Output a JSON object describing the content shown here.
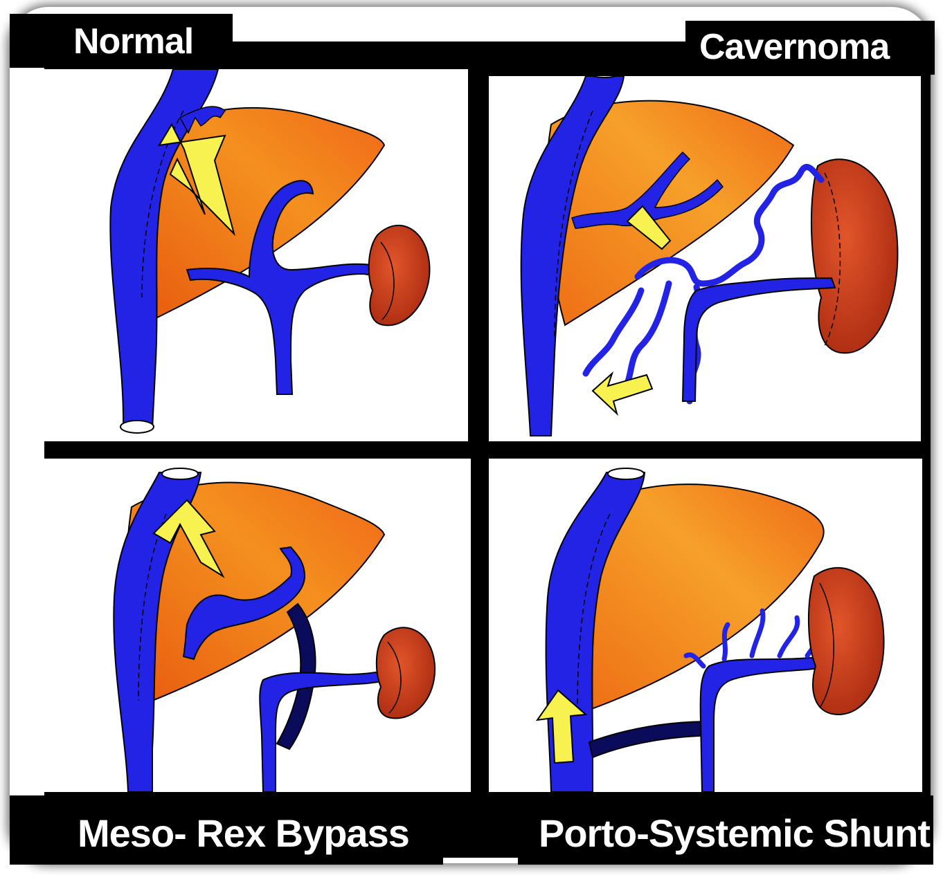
{
  "figure": {
    "panels": [
      {
        "id": "normal",
        "label": "Normal"
      },
      {
        "id": "cavernoma",
        "label": "Cavernoma"
      },
      {
        "id": "meso-rex",
        "label": "Meso- Rex Bypass"
      },
      {
        "id": "porto-systemic",
        "label": "Porto-Systemic Shunt"
      }
    ]
  },
  "colors": {
    "vein": "#2323e6",
    "liver": "#f07a1e",
    "spleen": "#d2451a",
    "arrow": "#f7f250",
    "graft": "#0b0b5c",
    "border": "#000000"
  }
}
